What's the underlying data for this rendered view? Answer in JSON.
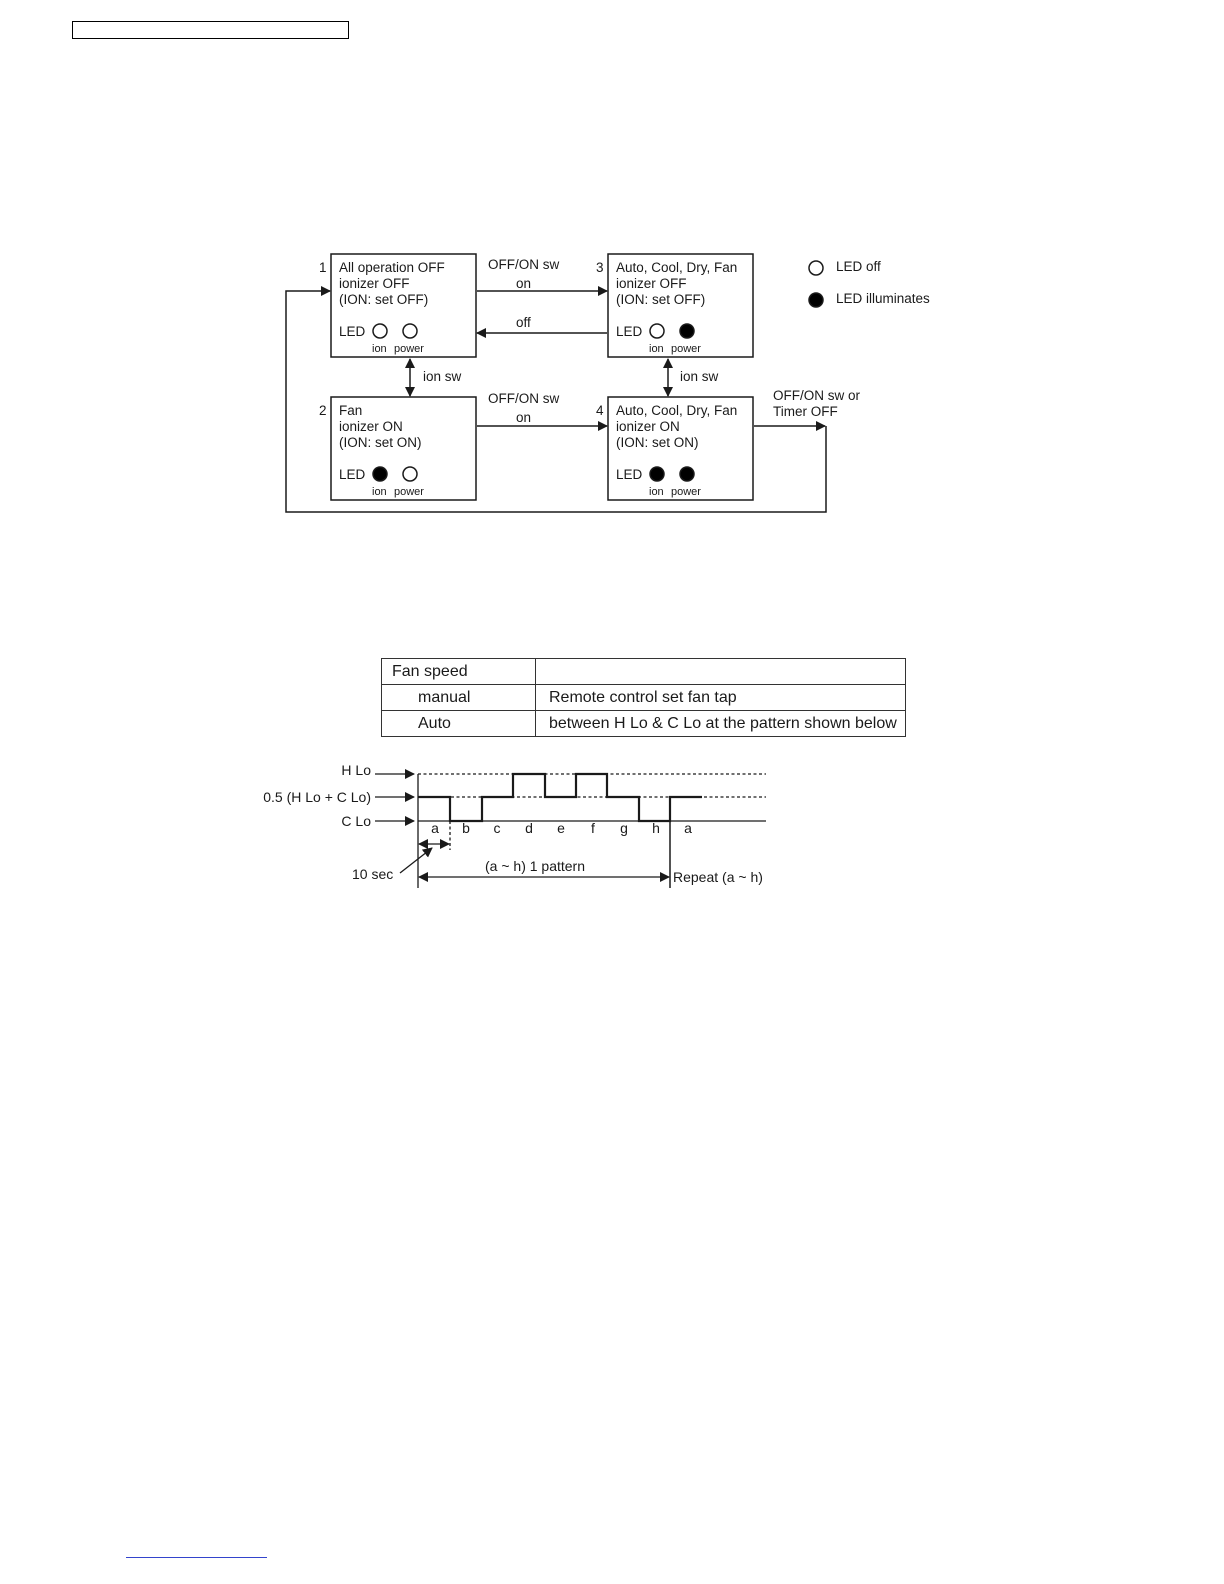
{
  "state_diagram": {
    "states": [
      {
        "number": "1",
        "lines": [
          "All operation OFF",
          "ionizer OFF",
          "(ION: set OFF)"
        ],
        "led_label": "LED",
        "ion_led": "off",
        "power_led": "off",
        "ion_label": "ion",
        "power_label": "power"
      },
      {
        "number": "2",
        "lines": [
          "Fan",
          "ionizer ON",
          "(ION: set ON)"
        ],
        "led_label": "LED",
        "ion_led": "on",
        "power_led": "off",
        "ion_label": "ion",
        "power_label": "power"
      },
      {
        "number": "3",
        "lines": [
          "Auto, Cool, Dry, Fan",
          "ionizer OFF",
          "(ION: set OFF)"
        ],
        "led_label": "LED",
        "ion_led": "off",
        "power_led": "on",
        "ion_label": "ion",
        "power_label": "power"
      },
      {
        "number": "4",
        "lines": [
          "Auto, Cool, Dry, Fan",
          "ionizer ON",
          "(ION: set ON)"
        ],
        "led_label": "LED",
        "ion_led": "on",
        "power_led": "on",
        "ion_label": "ion",
        "power_label": "power"
      }
    ],
    "transitions": {
      "t13_label": "OFF/ON sw",
      "t13_sub": "on",
      "t31_label": "off",
      "ion_sw_left": "ion sw",
      "ion_sw_right": "ion sw",
      "t24_label": "OFF/ON sw",
      "t24_sub": "on",
      "t41_label_1": "OFF/ON sw or",
      "t41_label_2": "Timer OFF"
    },
    "legend": {
      "off_label": "LED off",
      "on_label": "LED illuminates"
    }
  },
  "fan_table": {
    "header": [
      "Fan speed",
      ""
    ],
    "rows": [
      [
        "manual",
        "Remote control set fan tap"
      ],
      [
        "Auto",
        "between H Lo & C Lo at the pattern shown below"
      ]
    ]
  },
  "timing": {
    "level_high": "H Lo",
    "level_mid": "0.5 (H Lo + C Lo)",
    "level_low": "C Lo",
    "segments": [
      "a",
      "b",
      "c",
      "d",
      "e",
      "f",
      "g",
      "h",
      "a"
    ],
    "interval_label": "10 sec",
    "pattern_label": "(a ~ h) 1 pattern",
    "repeat_label": "Repeat (a ~ h)"
  }
}
